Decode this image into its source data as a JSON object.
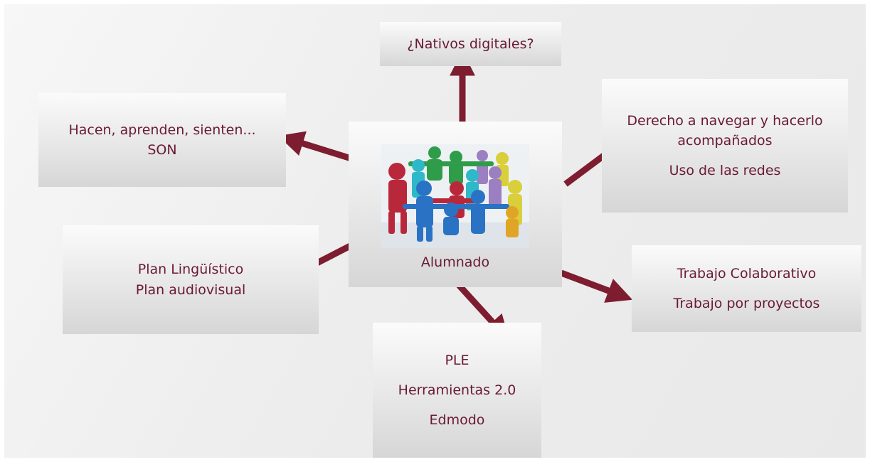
{
  "center": {
    "label": "Alumnado",
    "image": "children-paper-cutouts-circle"
  },
  "nodes": {
    "top": {
      "lines": [
        "¿Nativos digitales?"
      ]
    },
    "top_left": {
      "lines": [
        "Hacen, aprenden, sienten...",
        "SON"
      ]
    },
    "top_right": {
      "lines": [
        "Derecho a navegar y hacerlo",
        "acompañados",
        "Uso de las redes"
      ]
    },
    "bottom_left": {
      "lines": [
        "Plan Lingüístico",
        "Plan audiovisual"
      ]
    },
    "bottom_right": {
      "lines": [
        "Trabajo Colaborativo",
        "Trabajo por proyectos"
      ]
    },
    "bottom": {
      "lines": [
        "PLE",
        "Herramientas 2.0",
        "Edmodo"
      ]
    }
  },
  "colors": {
    "text": "#6a1a33",
    "arrow": "#7d1d2f"
  }
}
